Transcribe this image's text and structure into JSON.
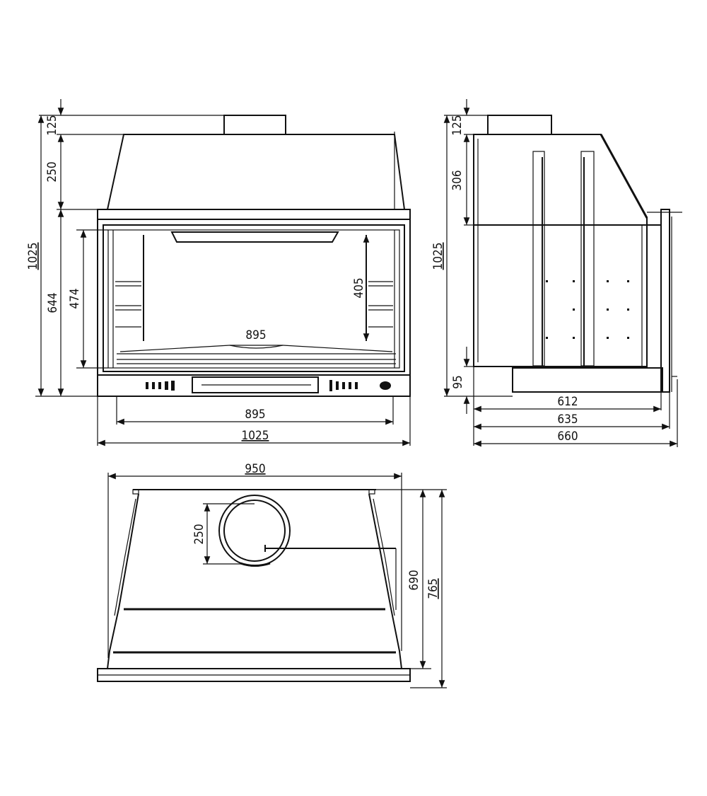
{
  "front_view": {
    "dims": {
      "top_offset": "125",
      "hood_height": "250",
      "total_height": "1025",
      "lower_height": "644",
      "opening_height": "474",
      "inner_height": "405",
      "inner_width": "895",
      "outer_width_1": "895",
      "outer_width_2": "1025"
    }
  },
  "side_view": {
    "dims": {
      "top_offset": "125",
      "upper_height": "306",
      "total_height": "1025",
      "base_height": "95",
      "depth_1": "612",
      "depth_2": "635",
      "depth_3": "660"
    }
  },
  "top_view": {
    "dims": {
      "width": "950",
      "flue_diameter": "250",
      "depth_1": "690",
      "depth_2": "765"
    }
  }
}
